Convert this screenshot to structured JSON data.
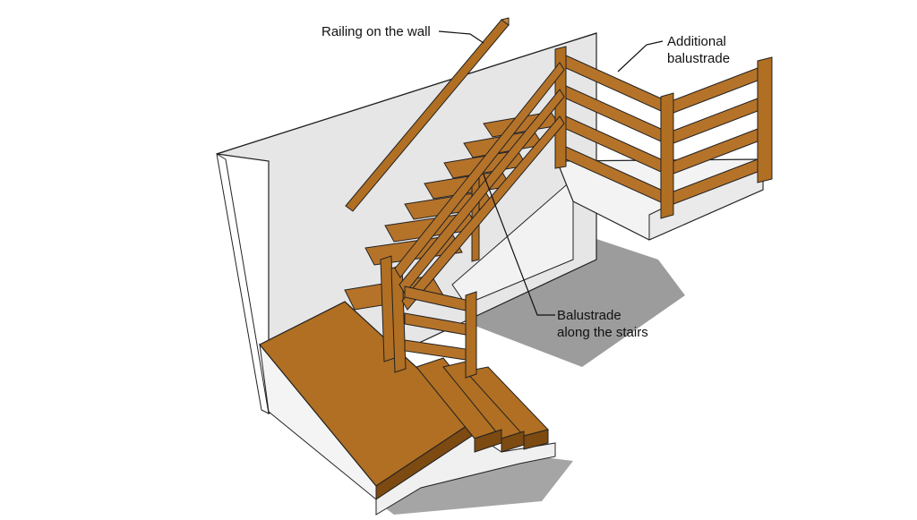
{
  "labels": {
    "railing_wall": "Railing on the wall",
    "additional_line1": "Additional",
    "additional_line2": "balustrade",
    "stairs_line1": "Balustrade",
    "stairs_line2": "along the stairs"
  },
  "colors": {
    "wood": "#b06f22",
    "wood_dark": "#7d4a12",
    "wood_light": "#c98a3a",
    "wall": "#e9e9e9",
    "shadow": "#9a9a9a",
    "outline": "#222222"
  }
}
